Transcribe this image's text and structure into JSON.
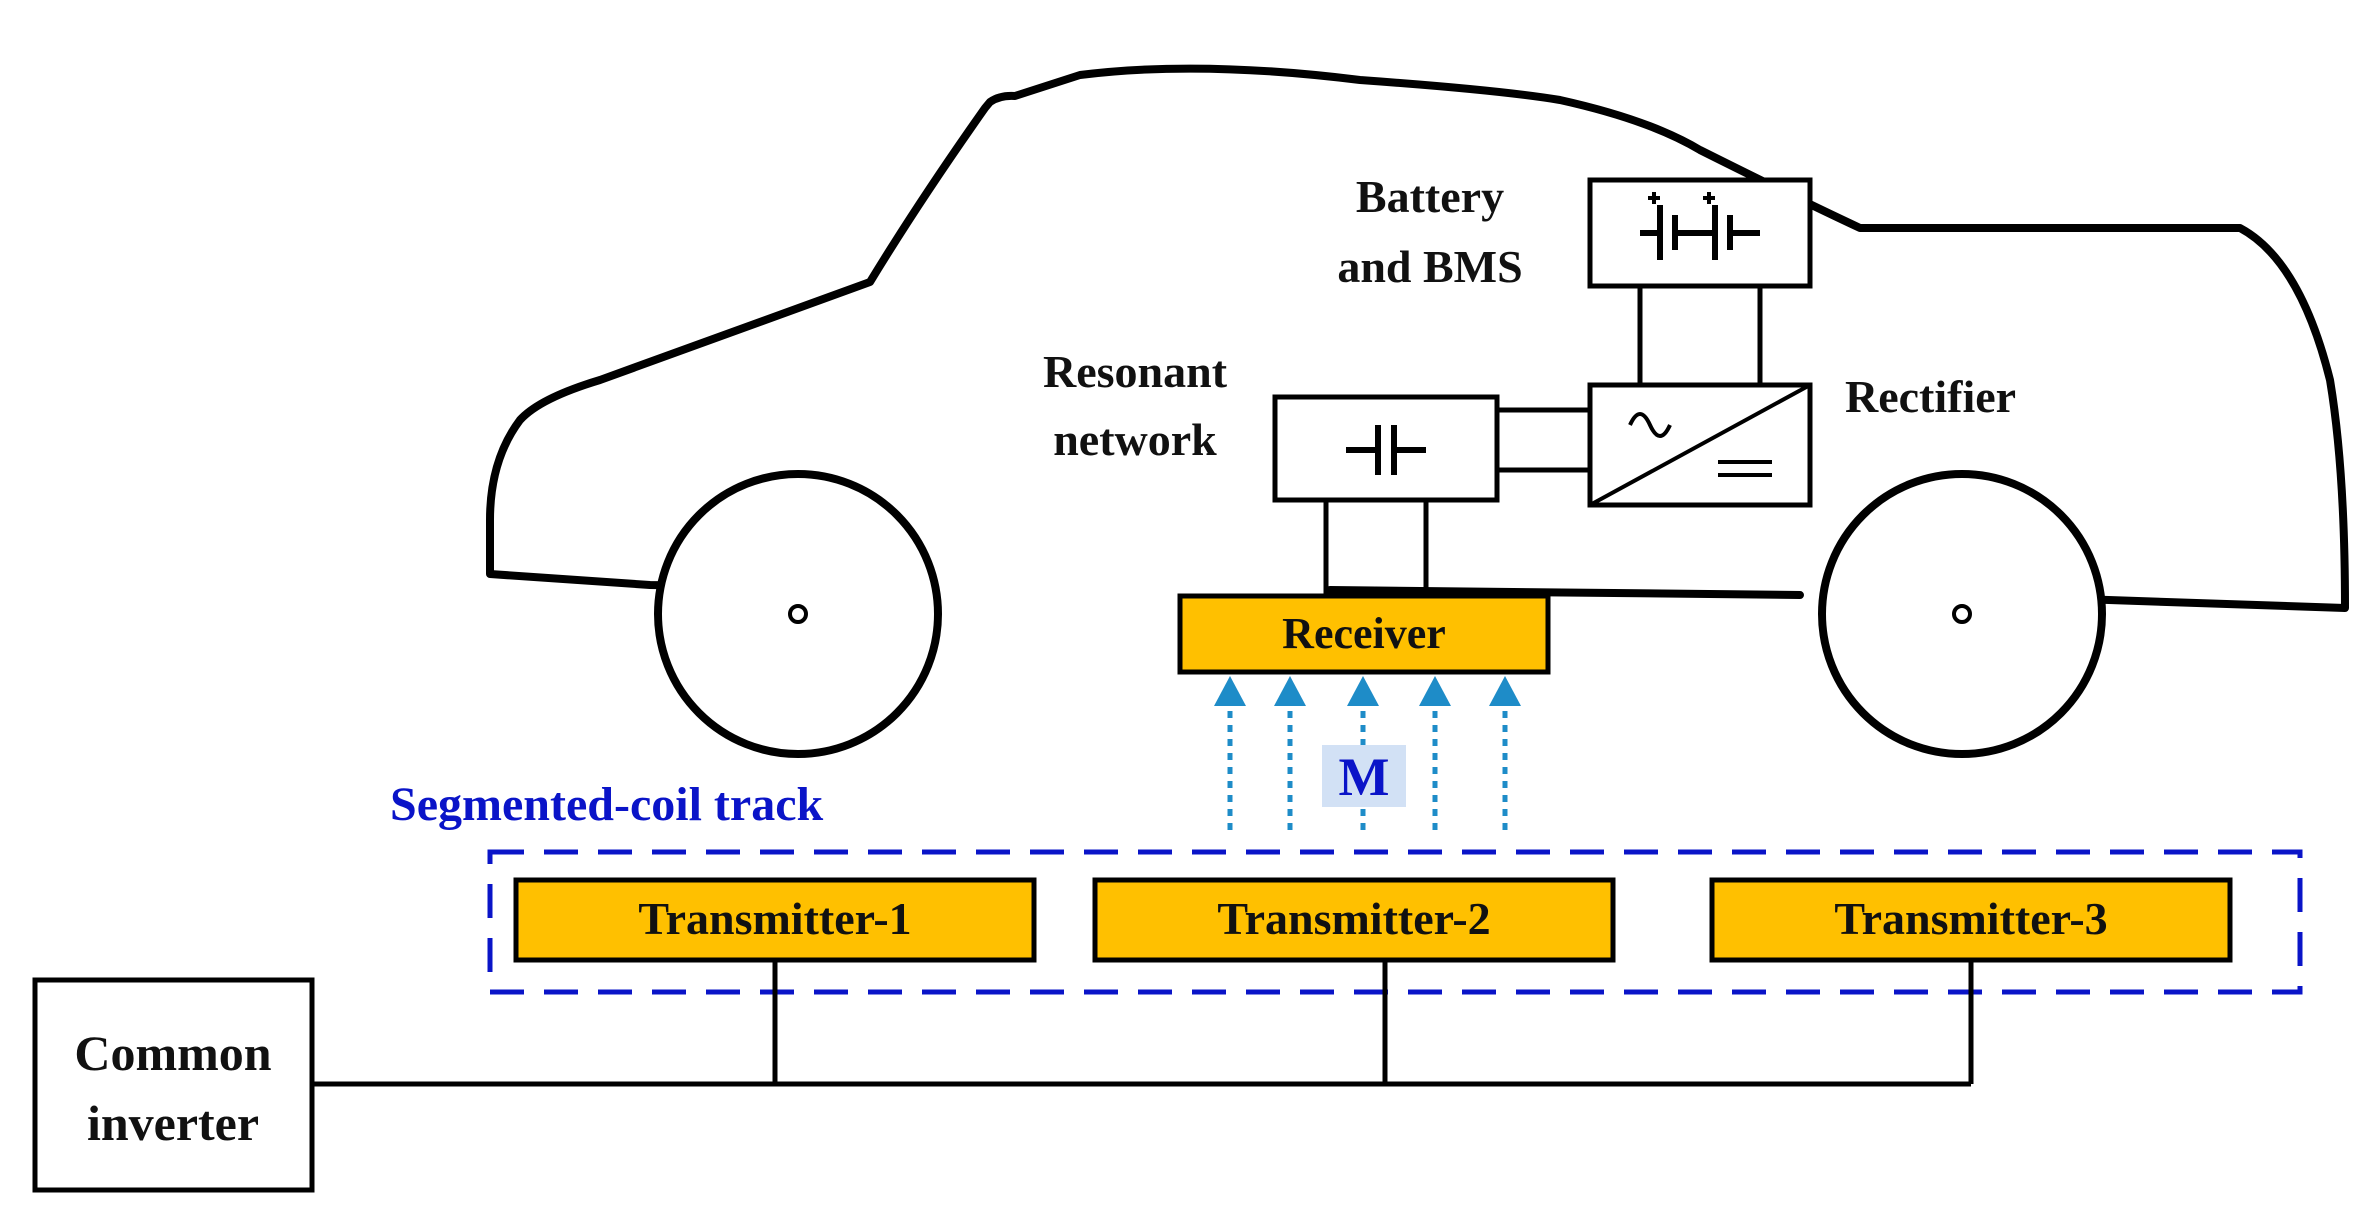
{
  "labels": {
    "battery_line1": "Battery",
    "battery_line2": "and BMS",
    "resonant_line1": "Resonant",
    "resonant_line2": "network",
    "rectifier": "Rectifier",
    "receiver": "Receiver",
    "mutual": "M",
    "track": "Segmented-coil track",
    "transmitter_1": "Transmitter-1",
    "transmitter_2": "Transmitter-2",
    "transmitter_3": "Transmitter-3",
    "inverter_line1": "Common",
    "inverter_line2": "inverter"
  },
  "colors": {
    "coil_fill": "#FFC000",
    "track_border": "#0A14C8",
    "track_label": "#0A14C8",
    "flux_arrow": "#1E8CC8",
    "mutual_bg": "#D2E1F5",
    "mutual_text": "#0A14C8",
    "outline": "#000000"
  },
  "icons": {
    "battery": "battery-icon",
    "capacitor": "capacitor-icon",
    "rectifier": "ac-dc-converter-icon"
  }
}
